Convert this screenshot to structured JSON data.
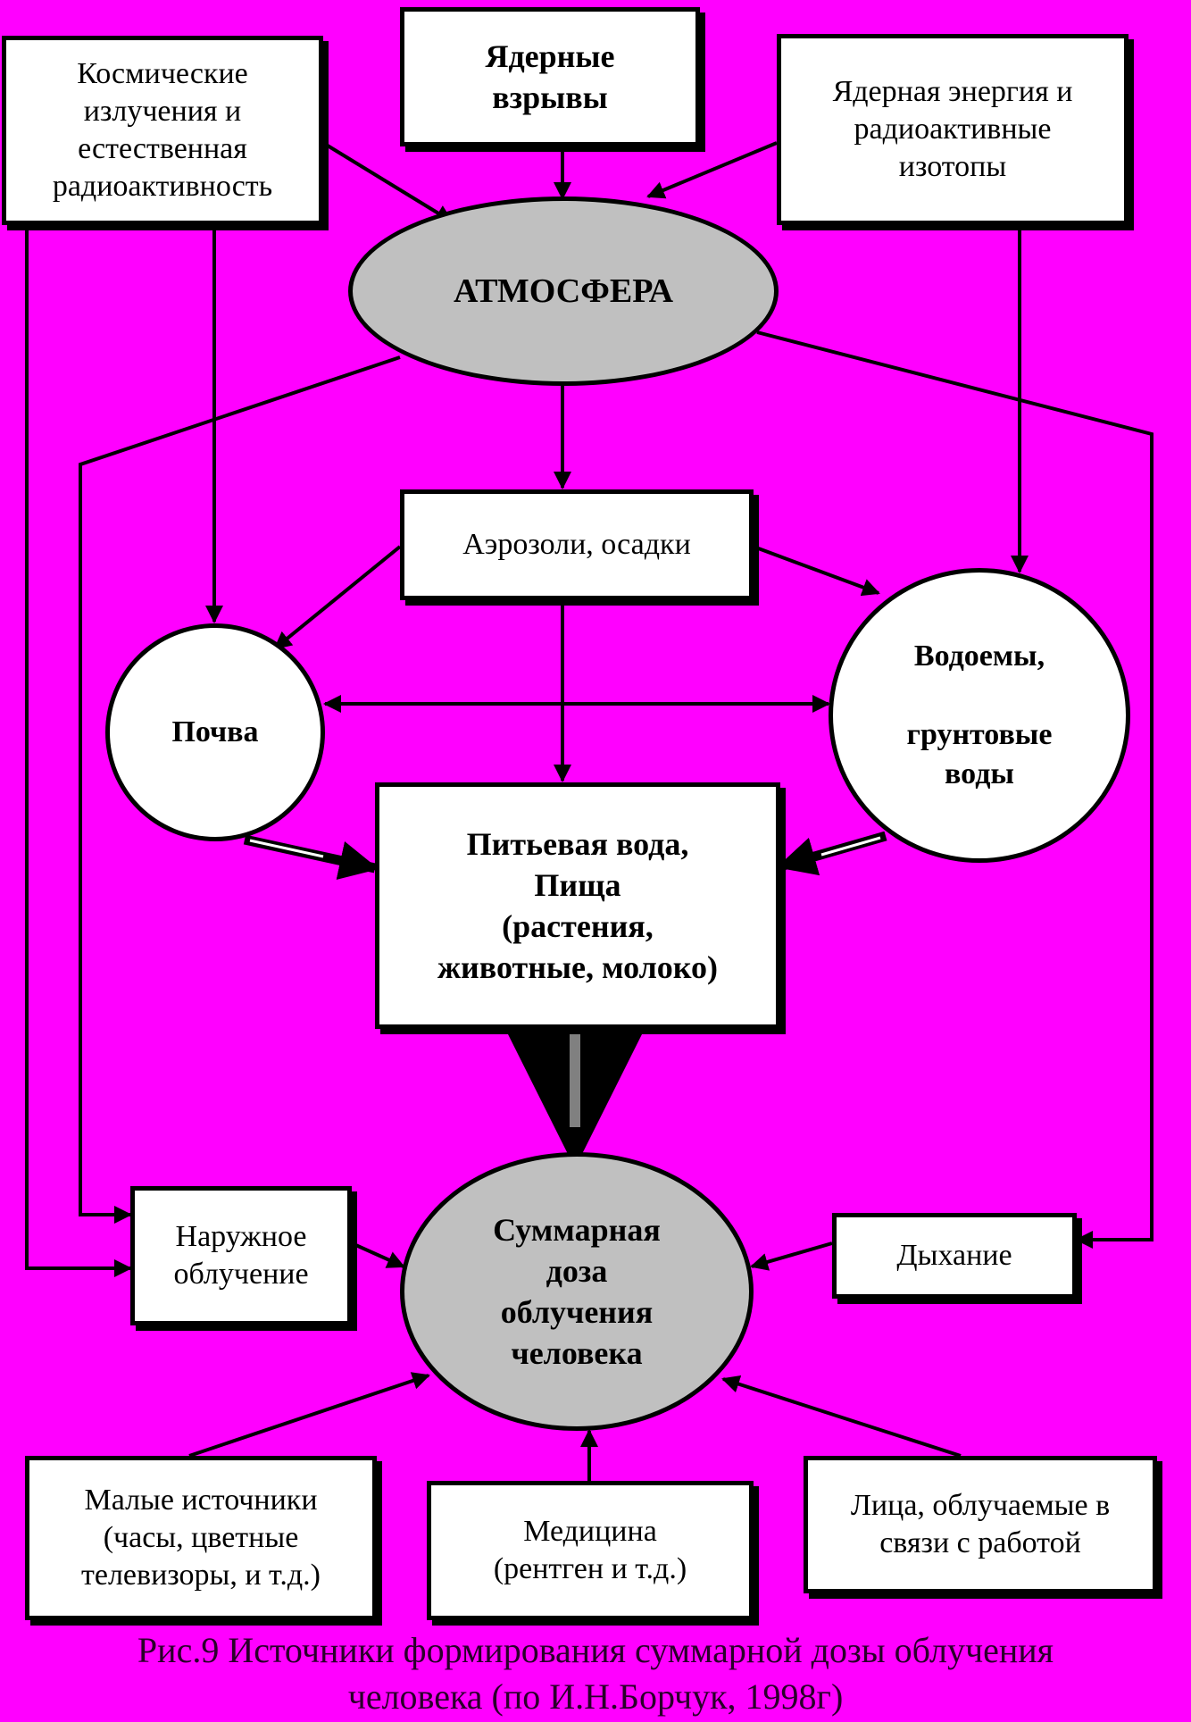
{
  "nodes": {
    "nuclear_explosions": "Ядерные\nвзрывы",
    "cosmic": "Космические\nизлучения и\nестественная\nрадиоактивность",
    "nuclear_energy": "Ядерная энергия и\nрадиоактивные\nизотопы",
    "atmosphere": "АТМОСФЕРА",
    "aerosols": "Аэрозоли, осадки",
    "soil": "Почва",
    "water_bodies": "Водоемы,\n\nгрунтовые\nводы",
    "drinking_water": "Питьевая вода,\nПища\n(растения,\nживотные, молоко)",
    "external": "Наружное\nоблучение",
    "total_dose": "Суммарная\nдоза\nоблучения\nчеловека",
    "breathing": "Дыхание",
    "small_sources": "Малые источники\n(часы, цветные\nтелевизоры, и  т.д.)",
    "medicine": "Медицина\n(рентген и т.д.)",
    "occupational": "Лица, облучаемые в\nсвязи с работой"
  },
  "caption": "Рис.9 Источники формирования суммарной дозы облучения\nчеловека (по И.Н.Борчук, 1998г)",
  "colors": {
    "background": "#ff00ff",
    "node_fill": "#ffffff",
    "ellipse_fill": "#c0c0c0",
    "stroke": "#000000",
    "thick_arrow": "#808080"
  }
}
